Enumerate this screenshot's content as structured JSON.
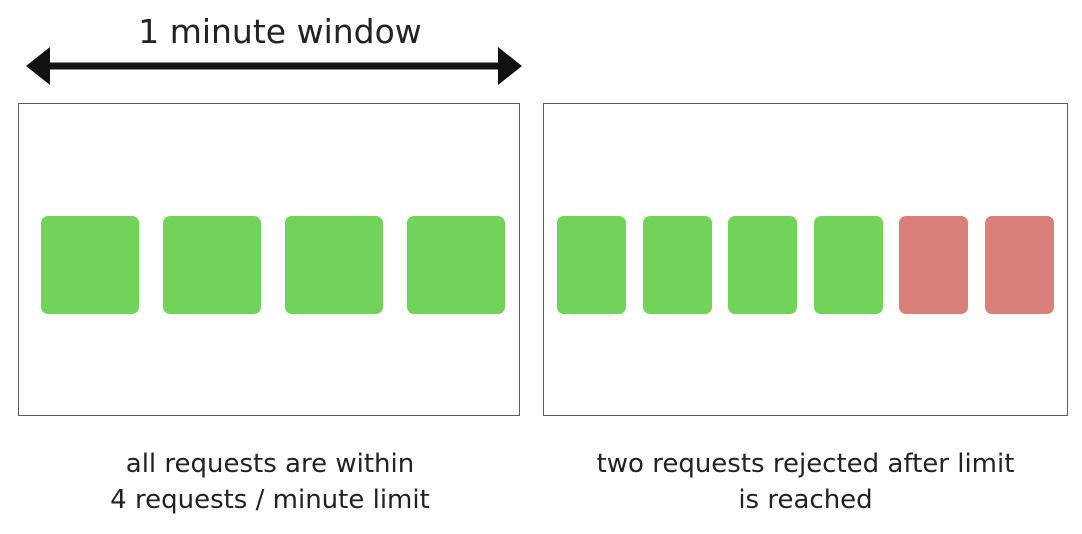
{
  "window": {
    "label": "1 minute window"
  },
  "colors": {
    "accepted": "#72d35a",
    "rejected": "#d9807a"
  },
  "left_scenario": {
    "requests": [
      "accepted",
      "accepted",
      "accepted",
      "accepted"
    ],
    "caption_line1": "all requests are within",
    "caption_line2": "4 requests / minute limit"
  },
  "right_scenario": {
    "requests": [
      "accepted",
      "accepted",
      "accepted",
      "accepted",
      "rejected",
      "rejected"
    ],
    "caption_line1": "two requests rejected after limit",
    "caption_line2": "is reached"
  }
}
